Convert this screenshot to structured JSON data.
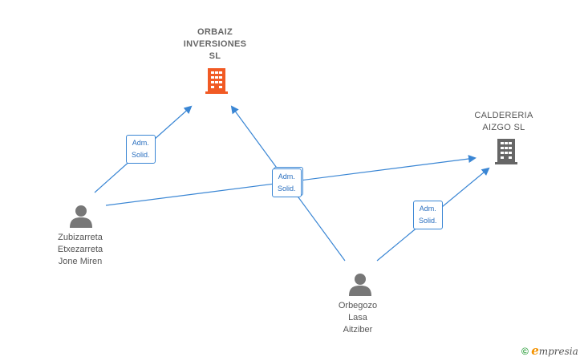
{
  "nodes": {
    "orbaiz": {
      "name_lines": [
        "ORBAIZ",
        "INVERSIONES",
        "SL"
      ],
      "kind": "company",
      "color": "#f15a24"
    },
    "caldereria": {
      "name_lines": [
        "CALDERERIA",
        "AIZGO  SL"
      ],
      "kind": "company",
      "color": "#666666"
    },
    "zubizarreta": {
      "name_lines": [
        "Zubizarreta",
        "Etxezarreta",
        "Jone Miren"
      ],
      "kind": "person",
      "color": "#777777"
    },
    "orbegozo": {
      "name_lines": [
        "Orbegozo",
        "Lasa",
        "Aitziber"
      ],
      "kind": "person",
      "color": "#777777"
    }
  },
  "edges": [
    {
      "from": "zubizarreta",
      "to": "orbaiz",
      "label": [
        "Adm.",
        "Solid."
      ]
    },
    {
      "from": "zubizarreta",
      "to": "caldereria",
      "label": [
        "Adm.",
        "Solid."
      ]
    },
    {
      "from": "orbegozo",
      "to": "orbaiz",
      "label": [
        "Adm.",
        "Solid."
      ]
    },
    {
      "from": "orbegozo",
      "to": "caldereria",
      "label": [
        "Adm.",
        "Solid."
      ]
    }
  ],
  "colors": {
    "edge": "#3a86d4"
  },
  "brand": {
    "copyright": "©",
    "e": "e",
    "rest": "mpresia"
  }
}
